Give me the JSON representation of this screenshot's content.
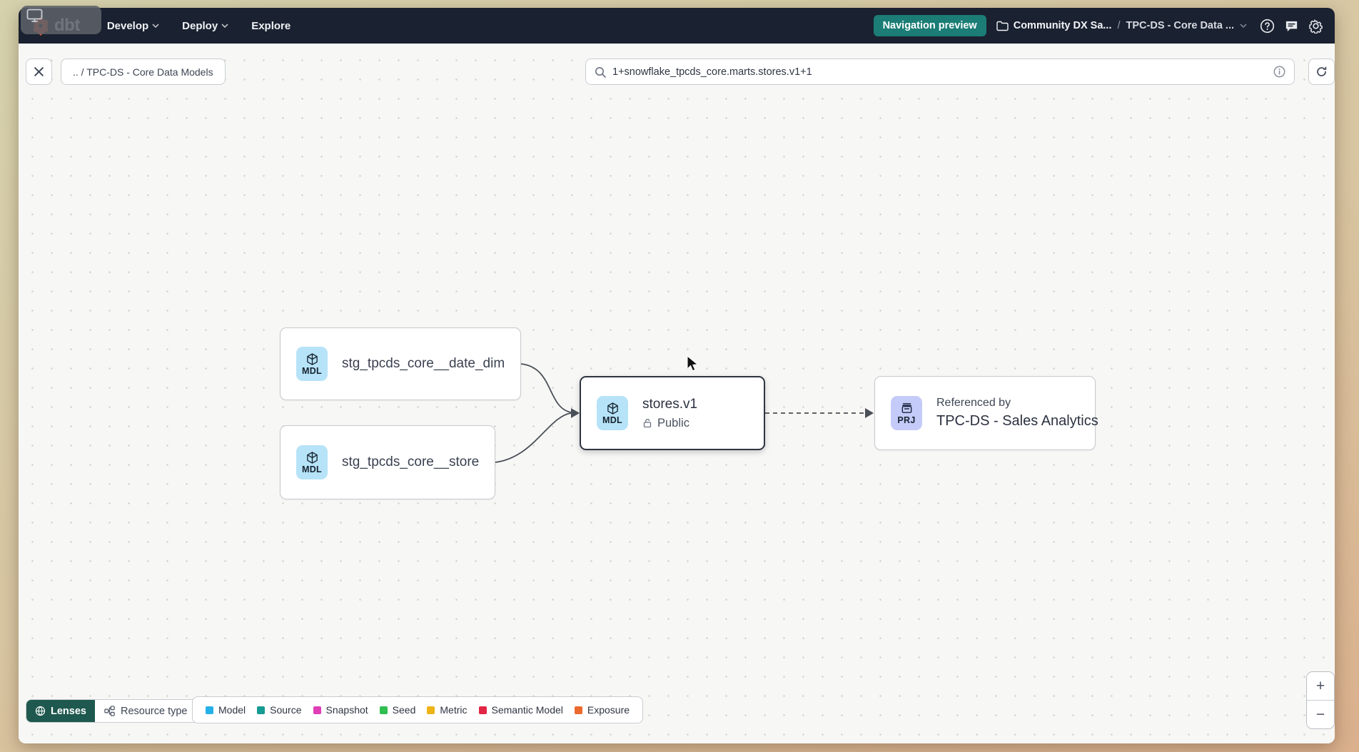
{
  "navbar": {
    "logo_text": "dbt",
    "menu": [
      {
        "label": "Develop"
      },
      {
        "label": "Deploy"
      },
      {
        "label": "Explore"
      }
    ],
    "preview_badge": "Navigation preview",
    "breadcrumb": {
      "project": "Community DX Sa...",
      "separator": "/",
      "item": "TPC-DS - Core Data ..."
    }
  },
  "toolbar": {
    "path_chip": ".. / TPC-DS - Core Data Models",
    "search_value": "1+snowflake_tpcds_core.marts.stores.v1+1"
  },
  "graph": {
    "nodes": {
      "date_dim": {
        "badge": "MDL",
        "label": "stg_tpcds_core__date_dim"
      },
      "store": {
        "badge": "MDL",
        "label": "stg_tpcds_core__store"
      },
      "stores_v1": {
        "badge": "MDL",
        "label": "stores.v1",
        "access": "Public"
      },
      "project": {
        "badge": "PRJ",
        "kicker": "Referenced by",
        "label": "TPC-DS - Sales Analytics"
      }
    }
  },
  "footer": {
    "lenses_label": "Lenses",
    "resource_type_label": "Resource type",
    "legend": [
      {
        "label": "Model",
        "color": "#26b0e8"
      },
      {
        "label": "Source",
        "color": "#169b93"
      },
      {
        "label": "Snapshot",
        "color": "#e03eb6"
      },
      {
        "label": "Seed",
        "color": "#2fbe4f"
      },
      {
        "label": "Metric",
        "color": "#eeb417"
      },
      {
        "label": "Semantic Model",
        "color": "#e12545"
      },
      {
        "label": "Exposure",
        "color": "#ed6a2f"
      }
    ]
  },
  "zoom_controls": {
    "zoom_in": "+",
    "zoom_out": "−"
  },
  "colors": {
    "accent_orange": "#ff5c35",
    "badge_teal": "#1b7d76",
    "lenses_green": "#1e584e",
    "model_icon_bg": "#b6e3f8",
    "project_icon_bg": "#c5cbf8"
  }
}
